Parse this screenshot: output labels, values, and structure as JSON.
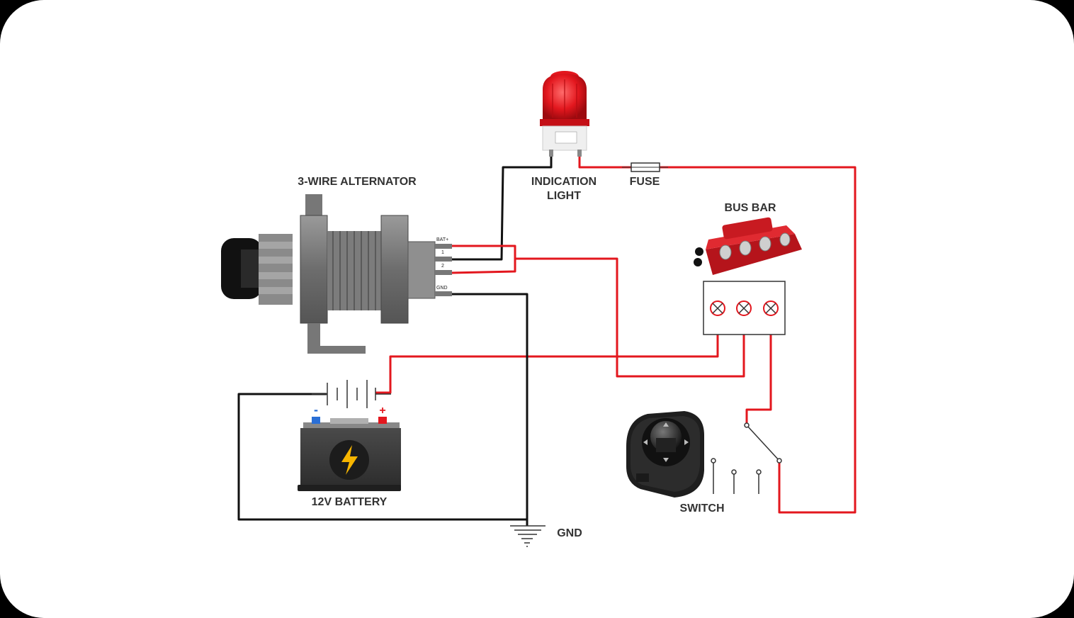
{
  "diagram": {
    "labels": {
      "alternator": "3-WIRE ALTERNATOR",
      "indication_light_line1": "INDICATION",
      "indication_light_line2": "LIGHT",
      "fuse": "FUSE",
      "bus_bar": "BUS BAR",
      "battery": "12V BATTERY",
      "ground": "GND",
      "switch": "SWITCH"
    },
    "alternator_terminals": {
      "bat_plus": "BAT+",
      "t1": "1",
      "t2": "2",
      "gnd": "GND"
    },
    "battery_polarity": {
      "negative": "-",
      "positive": "+"
    },
    "colors": {
      "wire_positive": "#e3171e",
      "wire_negative": "#111111",
      "background": "#ffffff",
      "text": "#333333"
    }
  }
}
